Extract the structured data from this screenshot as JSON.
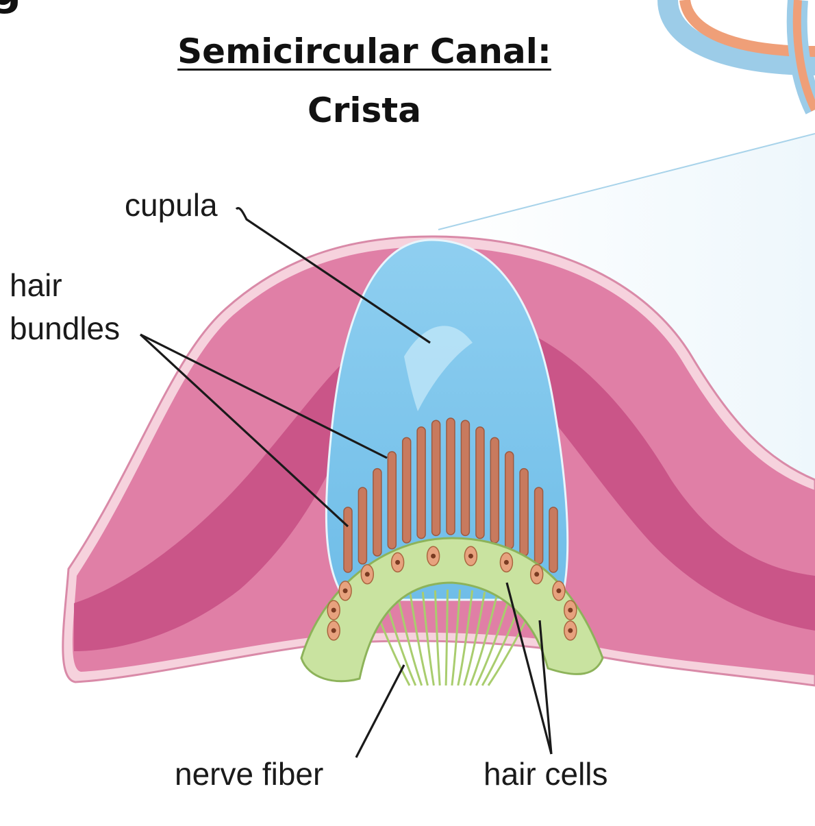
{
  "title": {
    "line1": "Semicircular Canal:",
    "line2": "Crista"
  },
  "labels": {
    "cupula": "cupula",
    "hair_bundles_line1": "hair",
    "hair_bundles_line2": "bundles",
    "nerve_fiber": "nerve fiber",
    "hair_cells": "hair cells"
  },
  "colors": {
    "ampulla_wall": "#e07fa6",
    "ampulla_dark": "#c54d83",
    "ampulla_rim": "#f6d2dd",
    "cupula": "#84c9ee",
    "cupula_light": "#bfe6f8",
    "hair_bundle": "#c87a5e",
    "hair_cell_layer": "#c9e3a0",
    "nerve_fiber": "#a9cd6e",
    "canal_orange": "#ef9f78",
    "canal_blue": "#9ccce8",
    "background_wedge": "#eef7fc",
    "leader_line": "#1a1a1a"
  }
}
